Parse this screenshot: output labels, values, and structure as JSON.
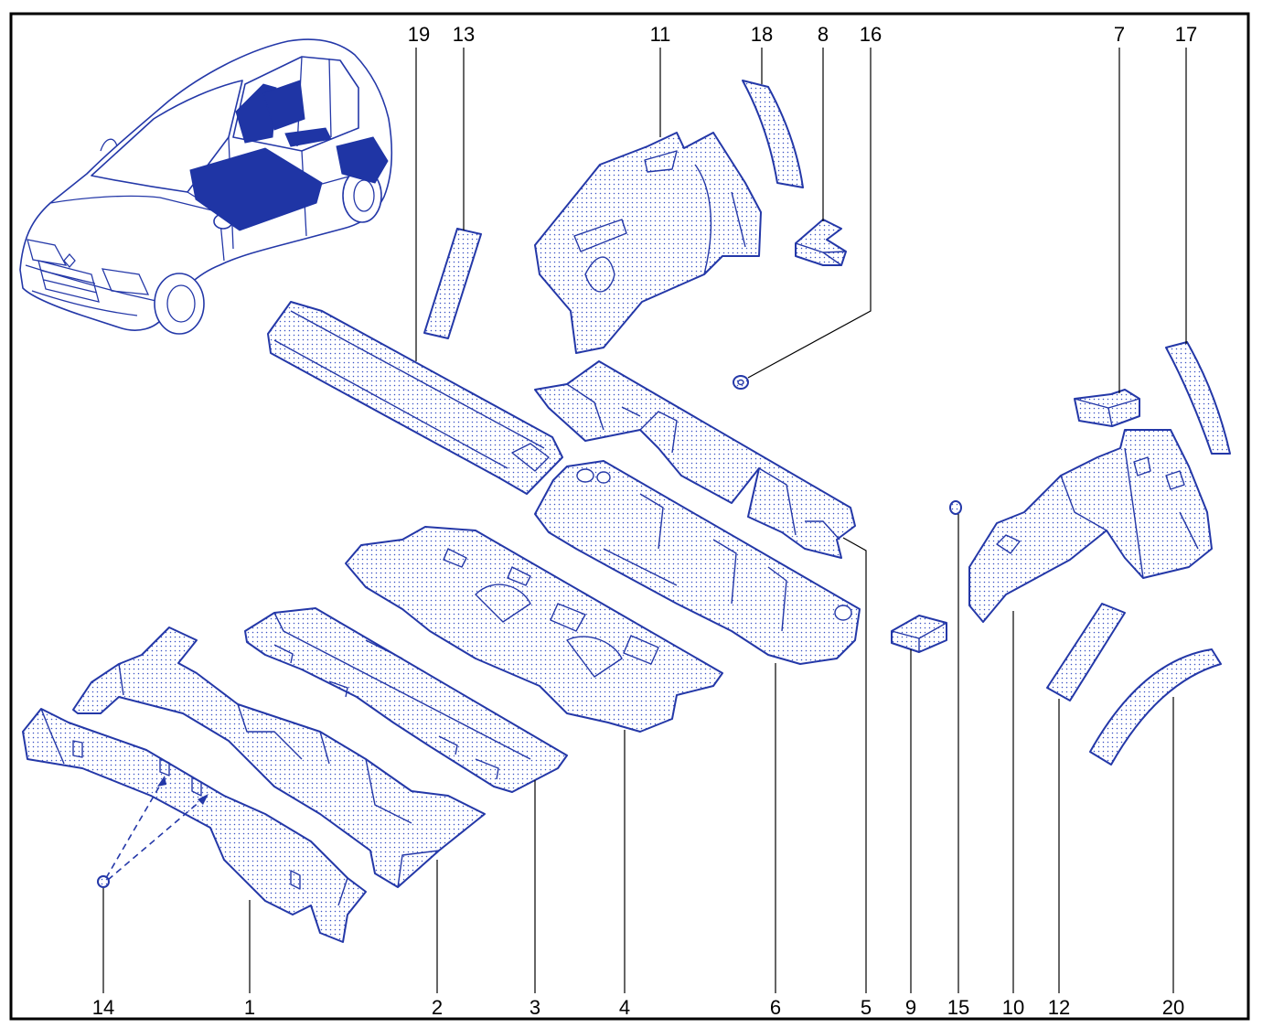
{
  "callouts": {
    "p1": "1",
    "p2": "2",
    "p3": "3",
    "p4": "4",
    "p5": "5",
    "p6": "6",
    "p7": "7",
    "p8": "8",
    "p9": "9",
    "p10": "10",
    "p11": "11",
    "p12": "12",
    "p13": "13",
    "p14": "14",
    "p15": "15",
    "p16": "16",
    "p17": "17",
    "p18": "18",
    "p19": "19",
    "p20": "20"
  },
  "colors": {
    "part_stroke": "#2438a8",
    "dot_fill": "#3a52c4",
    "highlight": "#1f35a5",
    "leader": "#000000",
    "frame": "#000000"
  }
}
